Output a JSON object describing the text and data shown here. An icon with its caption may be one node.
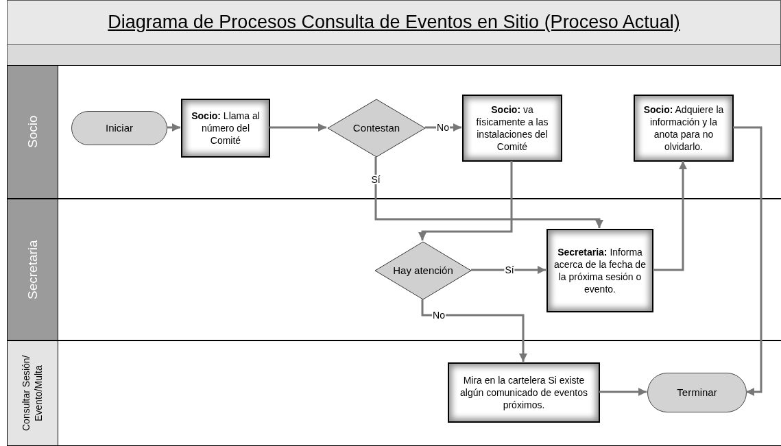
{
  "diagram": {
    "title": "Diagrama de Procesos Consulta de Eventos en Sitio (Proceso Actual)",
    "nodes": [
      {
        "text": [
          "Socio"
        ]
      },
      {
        "text": [
          "Secretaria"
        ]
      },
      {
        "text": [
          "Consultar Sesión/ Evento/Multa"
        ]
      },
      {
        "text": [
          "Iniciar"
        ],
        "in": 0
      },
      {
        "text": [
          "**Socio:** Llama al número del Comité"
        ],
        "in": 0
      },
      {
        "text": [
          "Contestan"
        ],
        "in": 0
      },
      {
        "text": [
          "**Socio:** va físicamente a las instalaciones del Comité"
        ],
        "in": 0
      },
      {
        "text": [
          "**Socio:** Adquiere la información y la anota para no olvidarlo."
        ],
        "in": 0
      },
      {
        "text": [
          "Hay atención"
        ],
        "in": 1
      },
      {
        "text": [
          "**Secretaria:** Informa acerca de la fecha de la próxima sesión o evento."
        ],
        "in": 1
      },
      {
        "text": [
          "Mira en la cartelera Si existe algún comunicado de eventos próximos."
        ],
        "in": 2
      },
      {
        "text": [
          "Terminar"
        ],
        "in": 2
      }
    ],
    "edges": [
      {
        "from": 3,
        "to": 4,
        "arrow": "to"
      },
      {
        "from": 4,
        "to": 5,
        "arrow": "to"
      },
      {
        "from": 5,
        "to": 6,
        "arrow": "to",
        "label": "No"
      },
      {
        "from": 5,
        "to": 9,
        "arrow": "to",
        "label": "Sí"
      },
      {
        "from": 6,
        "to": 8,
        "arrow": "to"
      },
      {
        "from": 8,
        "to": 9,
        "arrow": "to",
        "label": "Sí"
      },
      {
        "from": 8,
        "to": 10,
        "arrow": "to",
        "label": "No"
      },
      {
        "from": 9,
        "to": 7,
        "arrow": "to"
      },
      {
        "from": 7,
        "to": 11,
        "arrow": "to"
      },
      {
        "from": 10,
        "to": 11,
        "arrow": "to"
      }
    ]
  }
}
